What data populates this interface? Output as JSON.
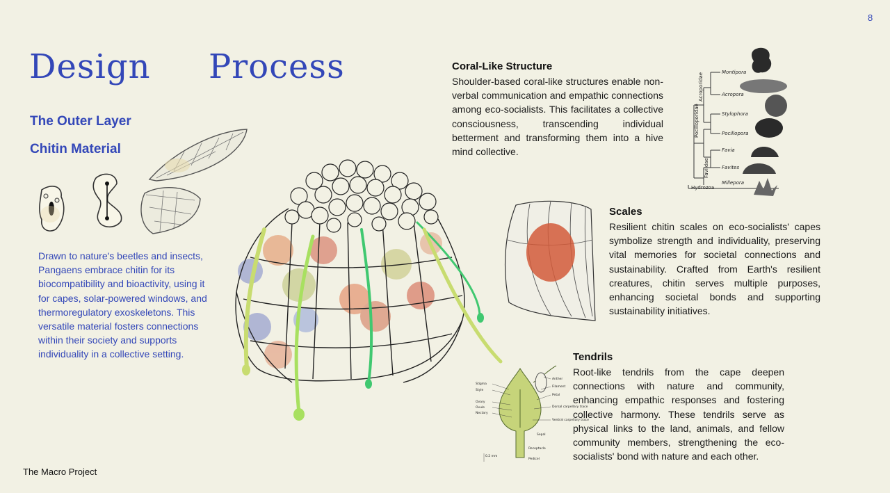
{
  "page_number": "8",
  "title": {
    "word1": "Design",
    "word2": "Process"
  },
  "left": {
    "heading1": "The Outer Layer",
    "heading2": "Chitin Material",
    "body": "Drawn to nature's beetles and insects, Pangaens embrace chitin for its biocompatibility and bioactivity, using it for capes, solar-powered windows, and thermoregulatory exoskeletons. This versatile material fosters connections within their society and supports individuality in a collective setting."
  },
  "coral": {
    "heading": "Coral-Like Structure",
    "body": "Shoulder-based coral-like structures enable non-verbal communication and empathic connections among eco-socialists. This facilitates a collective consciousness, transcending individual betterment and transforming them into a hive mind collective."
  },
  "scales": {
    "heading": "Scales",
    "body": "Resilient chitin scales on eco-socialists' capes symbolize strength and individuality, preserving vital memories for societal connections and sustainability. Crafted from Earth's resilient creatures, chitin serves multiple purposes, enhancing societal bonds and supporting sustainability initiatives."
  },
  "tendrils": {
    "heading": "Tendrils",
    "body": "Root-like tendrils from the cape deepen connections with nature and community, enhancing empathic responses and fostering collective harmony. These tendrils serve as physical links to the land, animals, and fellow community members, strengthening the eco-socialists' bond with nature and each other."
  },
  "phylogeny": {
    "families": [
      "Acroporidae",
      "Pocilloporidae",
      "Faviidae",
      "Hydrozoa"
    ],
    "genera": [
      "Montipora",
      "Acropora",
      "Stylophora",
      "Pocillopora",
      "Favia",
      "Favites",
      "Millepora"
    ]
  },
  "flower_labels": {
    "left": [
      "Stigma",
      "Style",
      "Ovary",
      "Ovule",
      "Nectary"
    ],
    "right": [
      "Anther",
      "Filament",
      "Petal",
      "Dorsal carpellary trace",
      "Ventral carpellary trace",
      "Sepal",
      "Receptacle",
      "Pedicel"
    ],
    "scale": "0.2 mm"
  },
  "footer": "The Macro Project",
  "colors": {
    "accent": "#3347b8",
    "background": "#f2f1e4"
  }
}
